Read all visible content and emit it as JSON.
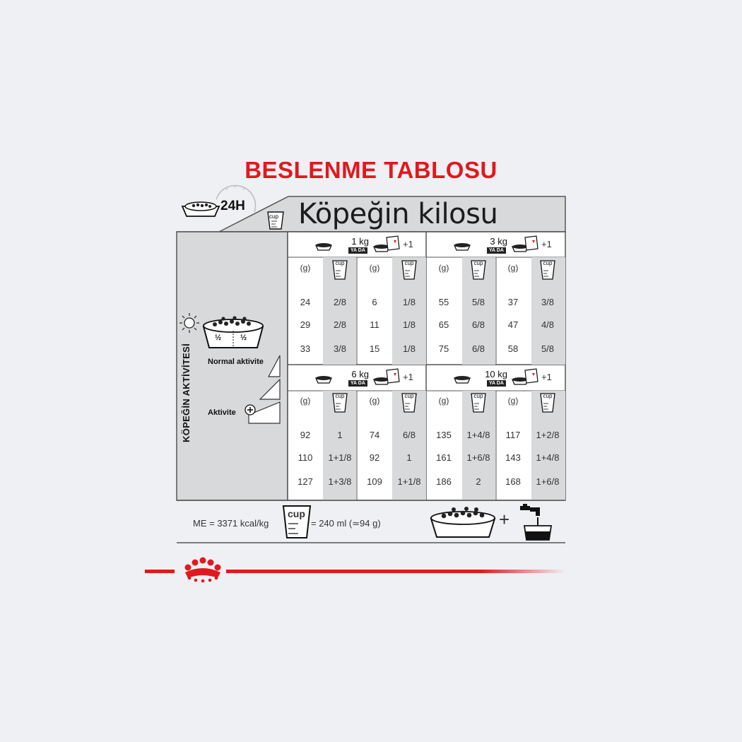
{
  "title": "BESLENME TABLOSU",
  "header": {
    "period": "24H",
    "weight_label": "Köpeğin kilosu"
  },
  "side": {
    "activity_label": "KÖPEĞİN AKTİVİTESİ",
    "normal_label": "Normal aktivite",
    "active_label": "Aktivite",
    "half_left": "½",
    "half_right": "½"
  },
  "yada_label": "YA DA",
  "plus_one": "+1",
  "g_label": "(g)",
  "cup_label": "cup",
  "blocks": [
    {
      "weight": "1 kg",
      "rows": [
        [
          "24",
          "2/8",
          "6",
          "1/8"
        ],
        [
          "29",
          "2/8",
          "11",
          "1/8"
        ],
        [
          "33",
          "3/8",
          "15",
          "1/8"
        ]
      ]
    },
    {
      "weight": "3 kg",
      "rows": [
        [
          "55",
          "5/8",
          "37",
          "3/8"
        ],
        [
          "65",
          "6/8",
          "47",
          "4/8"
        ],
        [
          "75",
          "6/8",
          "58",
          "5/8"
        ]
      ]
    },
    {
      "weight": "6 kg",
      "rows": [
        [
          "92",
          "1",
          "74",
          "6/8"
        ],
        [
          "110",
          "1+1/8",
          "92",
          "1"
        ],
        [
          "127",
          "1+3/8",
          "109",
          "1+1/8"
        ]
      ]
    },
    {
      "weight": "10 kg",
      "rows": [
        [
          "135",
          "1+4/8",
          "117",
          "1+2/8"
        ],
        [
          "161",
          "1+6/8",
          "143",
          "1+4/8"
        ],
        [
          "186",
          "2",
          "168",
          "1+6/8"
        ]
      ]
    }
  ],
  "footer": {
    "energy": "ME = 3371 kcal/kg",
    "cup_equiv": "= 240 ml (≃94 g)",
    "plus": "+"
  },
  "colors": {
    "brand_red": "#e0191f",
    "panel_gray": "#d8d9db",
    "line_gray": "#555555"
  },
  "icons": [
    "food-bowl-icon",
    "clock-icon",
    "measuring-cup-icon",
    "sun-icon",
    "moon-icon",
    "kibble-bowl-icon",
    "wet-food-pouch-icon",
    "water-tap-icon",
    "royal-canin-crown-logo"
  ]
}
